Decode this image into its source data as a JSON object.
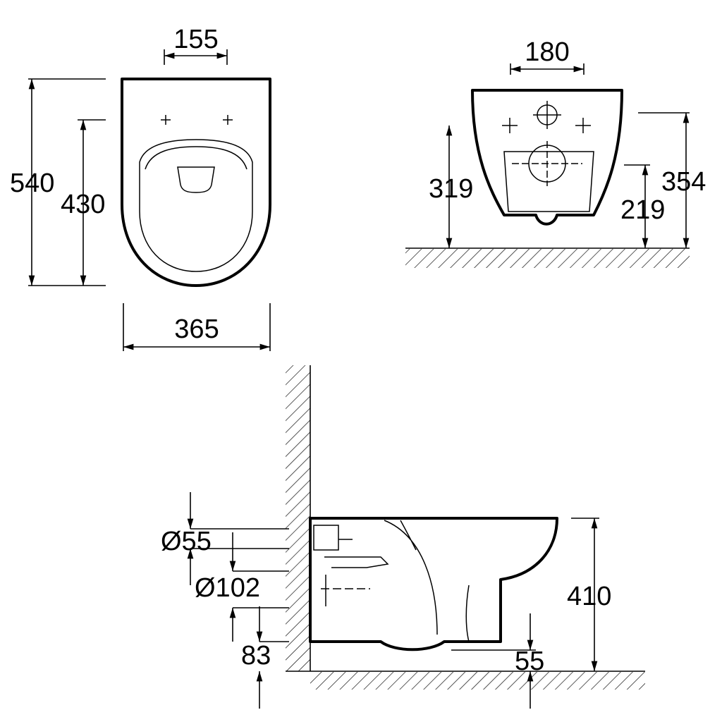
{
  "title": "Wall-hung toilet dimension drawing",
  "top_view": {
    "seat_fixing_spacing": "155",
    "total_length": "540",
    "fixing_to_front": "430",
    "width": "365"
  },
  "rear_view": {
    "fixing_spacing": "180",
    "height_fixing_bolts": "319",
    "total_height": "354",
    "outlet_height": "219"
  },
  "side_view": {
    "inlet_diameter": "Ø55",
    "outlet_diameter": "Ø102",
    "outlet_height": "83",
    "rim_height": "410",
    "bottom_clearance": "55"
  },
  "colors": {
    "line": "#000000",
    "background": "#ffffff"
  }
}
